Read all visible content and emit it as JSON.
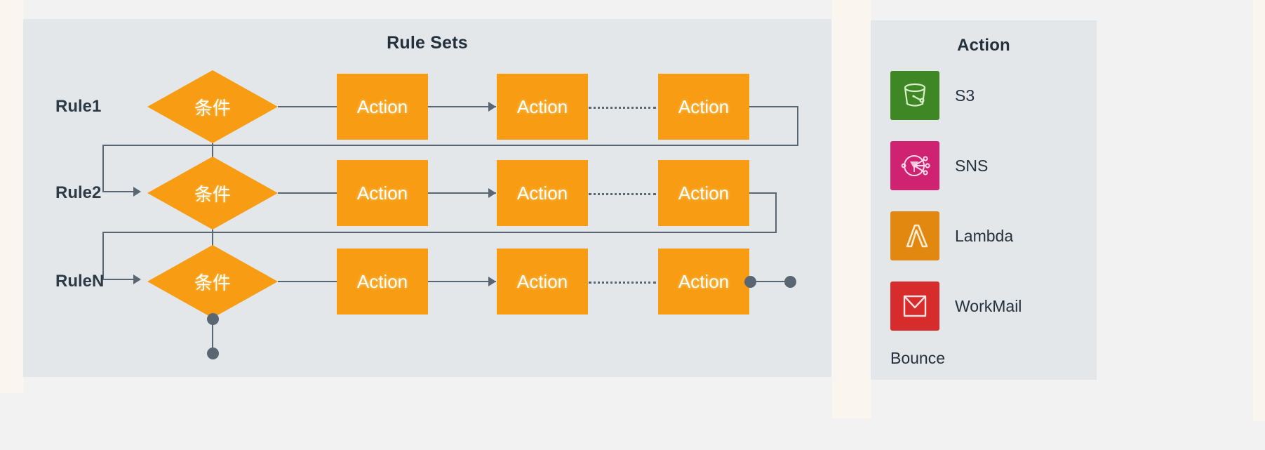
{
  "rulesets": {
    "title": "Rule Sets",
    "rules": [
      {
        "label": "Rule1",
        "condition": "条件",
        "actions": [
          "Action",
          "Action",
          "Action"
        ]
      },
      {
        "label": "Rule2",
        "condition": "条件",
        "actions": [
          "Action",
          "Action",
          "Action"
        ]
      },
      {
        "label": "RuleN",
        "condition": "条件",
        "actions": [
          "Action",
          "Action",
          "Action"
        ]
      }
    ]
  },
  "legend": {
    "title": "Action",
    "items": [
      {
        "label": "S3",
        "icon": "s3-bucket-icon",
        "color": "#3f8624"
      },
      {
        "label": "SNS",
        "icon": "sns-icon",
        "color": "#cf2271"
      },
      {
        "label": "Lambda",
        "icon": "lambda-icon",
        "color": "#e2870f"
      },
      {
        "label": "WorkMail",
        "icon": "workmail-icon",
        "color": "#d62c2c"
      }
    ],
    "footer": "Bounce"
  },
  "colors": {
    "panel_bg": "#e3e7ea",
    "page_bg": "#f2f2f2",
    "accent_orange": "#f89c13",
    "connector": "#5a6672",
    "text_dark": "#24303c"
  }
}
